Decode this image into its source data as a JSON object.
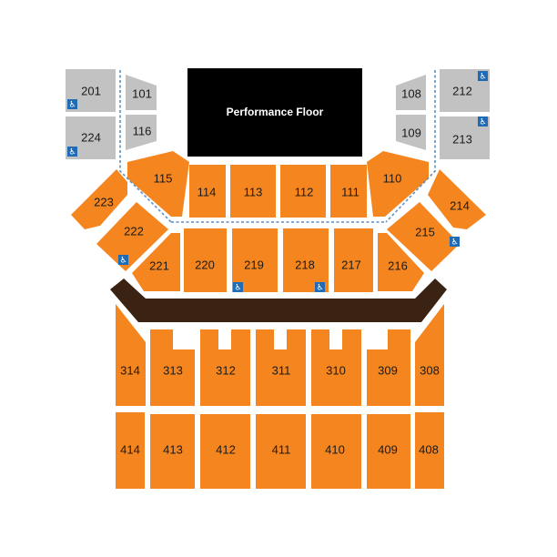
{
  "colors": {
    "section_orange": "#f5861f",
    "section_gray": "#c2c2c2",
    "performance_floor": "#000000",
    "walkway": "#3b2313",
    "accessible_badge": "#1f6bb5",
    "aisle_dashes": "#5d8fc2"
  },
  "performance_floor": {
    "label": "Performance Floor"
  },
  "accessible_icon": "wheelchair-icon",
  "sections": {
    "s101": "101",
    "s116": "116",
    "s108": "108",
    "s109": "109",
    "s201": "201",
    "s224": "224",
    "s212": "212",
    "s213": "213",
    "s115": "115",
    "s114": "114",
    "s113": "113",
    "s112": "112",
    "s111": "111",
    "s110": "110",
    "s223": "223",
    "s222": "222",
    "s214": "214",
    "s215": "215",
    "s221": "221",
    "s220": "220",
    "s219": "219",
    "s218": "218",
    "s217": "217",
    "s216": "216",
    "s314": "314",
    "s313": "313",
    "s312": "312",
    "s311": "311",
    "s310": "310",
    "s309": "309",
    "s308": "308",
    "s414": "414",
    "s413": "413",
    "s412": "412",
    "s411": "411",
    "s410": "410",
    "s409": "409",
    "s408": "408"
  }
}
